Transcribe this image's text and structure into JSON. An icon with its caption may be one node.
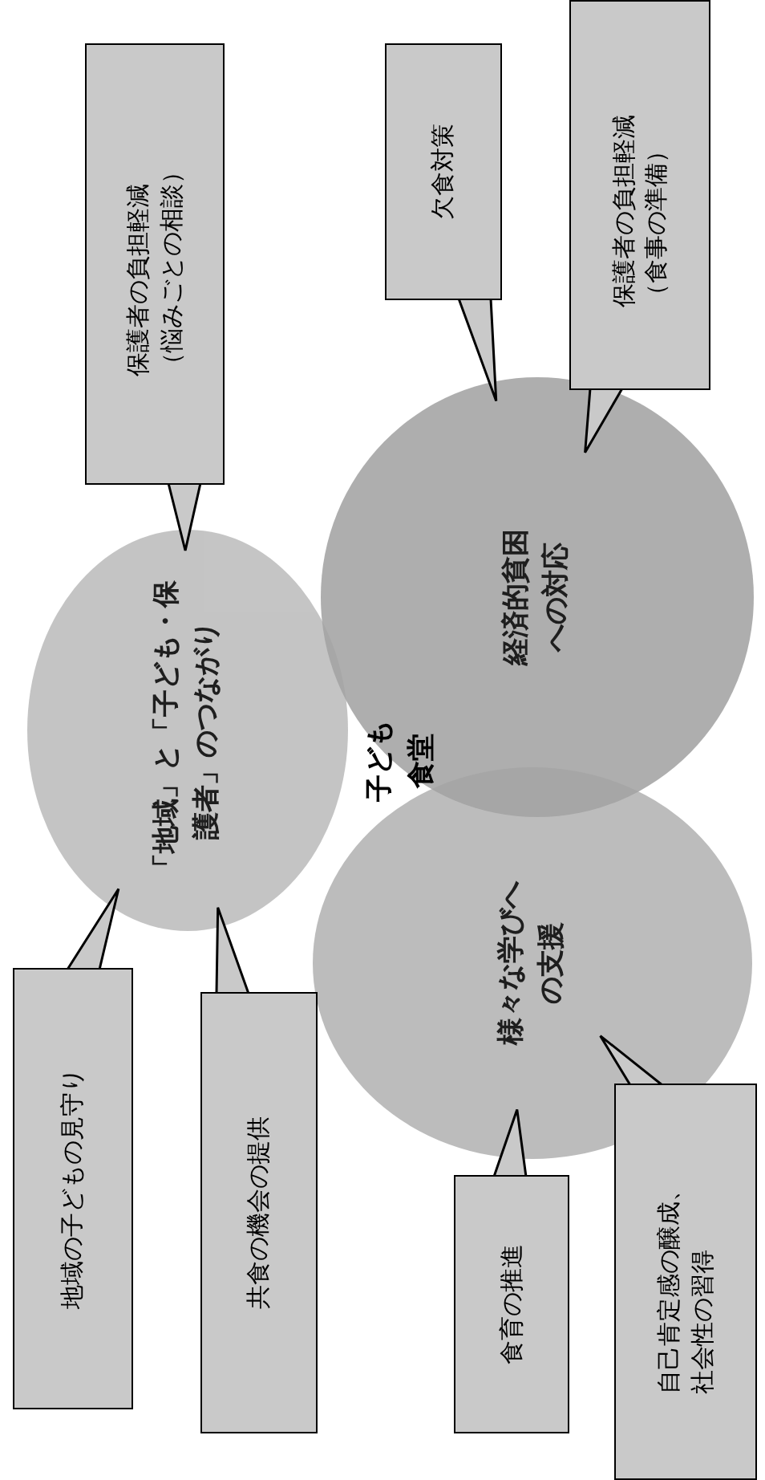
{
  "diagram": {
    "nodes": [
      {
        "text": [
          "「地域」と「子ども・保護者」のつながり"
        ]
      },
      {
        "text": [
          "経済的貧困への対応"
        ]
      },
      {
        "text": [
          "様々な学びへの支援"
        ]
      },
      {
        "text": [
          "保護者の負担軽減（悩みごとの相談）"
        ]
      },
      {
        "text": [
          "欠食対策"
        ]
      },
      {
        "text": [
          "保護者の負担軽減（食事の準備）"
        ]
      },
      {
        "text": [
          "地域の子どもの見守り"
        ]
      },
      {
        "text": [
          "共食の機会の提供"
        ]
      },
      {
        "text": [
          "食育の推進"
        ]
      },
      {
        "text": [
          "自己肯定感の醸成、社会性の習得"
        ]
      }
    ],
    "edges": [
      {
        "from": 3,
        "to": 0,
        "arrow": "to"
      },
      {
        "from": 4,
        "to": 1,
        "arrow": "to"
      },
      {
        "from": 5,
        "to": 1,
        "arrow": "to"
      },
      {
        "from": 6,
        "to": 0,
        "arrow": "to"
      },
      {
        "from": 7,
        "to": 0,
        "arrow": "to"
      },
      {
        "from": 8,
        "to": 2,
        "arrow": "to"
      },
      {
        "from": 9,
        "to": 2,
        "arrow": "to"
      }
    ],
    "labels": [
      "子ども食堂"
    ]
  }
}
